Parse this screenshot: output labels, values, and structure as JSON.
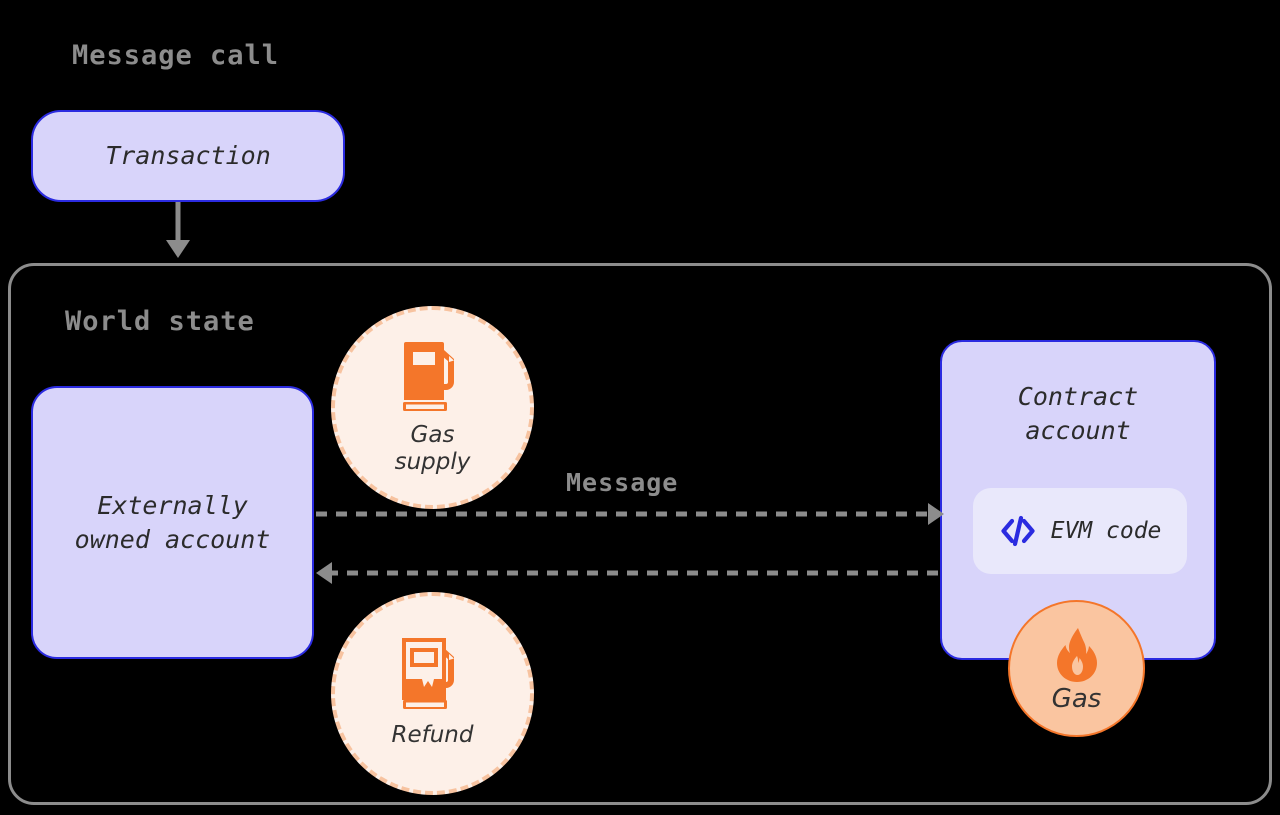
{
  "diagram": {
    "title": "Message call",
    "background_color": "#000000"
  },
  "sections": {
    "message_call_title": "Message call",
    "world_state_title": "World state"
  },
  "nodes": {
    "transaction": {
      "label": "Transaction",
      "fill": "#d8d4fa",
      "border": "#2b2be0"
    },
    "externally_owned_account": {
      "label": "Externally\nowned account",
      "fill": "#d8d4fa",
      "border": "#2b2be0"
    },
    "contract_account": {
      "label": "Contract\naccount",
      "fill": "#d8d4fa",
      "border": "#2b2be0",
      "evm_code": {
        "label": "EVM code",
        "icon": "code-brackets-icon",
        "chip_fill": "#e9e8fb",
        "icon_color": "#2b2be0"
      },
      "gas_badge": {
        "label": "Gas",
        "icon": "flame-icon",
        "fill": "#fac5a0",
        "border": "#f4762a",
        "icon_color": "#f4762a"
      }
    },
    "gas_supply": {
      "label": "Gas\nsupply",
      "icon": "fuel-pump-full-icon",
      "fill": "#fdf0e8",
      "border": "#f7c3a0",
      "icon_color": "#f4762a"
    },
    "refund": {
      "label": "Refund",
      "icon": "fuel-pump-partial-icon",
      "fill": "#fdf0e8",
      "border": "#f7c3a0",
      "icon_color": "#f4762a"
    }
  },
  "edges": {
    "transaction_to_world_state": {
      "label": "",
      "style": "solid",
      "color": "#8c8c8c",
      "direction": "down"
    },
    "message_outbound": {
      "label": "Message",
      "style": "dashed",
      "color": "#8c8c8c",
      "direction": "right"
    },
    "message_return": {
      "label": "",
      "style": "dashed",
      "color": "#8c8c8c",
      "direction": "left"
    }
  }
}
